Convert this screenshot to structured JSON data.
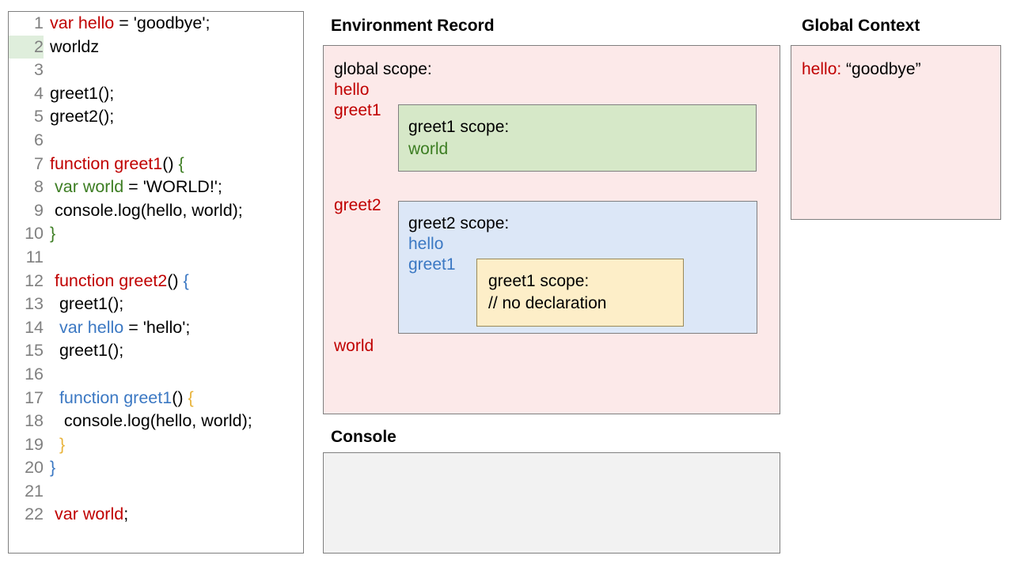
{
  "editor": {
    "name": "code-editor",
    "highlighted_line": 2,
    "lines": [
      {
        "number": "1",
        "tokens": [
          {
            "t": "var hello",
            "c": "red"
          },
          {
            "t": " = 'goodbye';",
            "c": "black"
          }
        ]
      },
      {
        "number": "2",
        "tokens": [
          {
            "t": "worldz",
            "c": "black"
          }
        ]
      },
      {
        "number": "3",
        "tokens": [
          {
            "t": "",
            "c": "black"
          }
        ]
      },
      {
        "number": "4",
        "tokens": [
          {
            "t": "greet1();",
            "c": "black"
          }
        ]
      },
      {
        "number": "5",
        "tokens": [
          {
            "t": "greet2();",
            "c": "black"
          }
        ]
      },
      {
        "number": "6",
        "tokens": [
          {
            "t": "",
            "c": "black"
          }
        ]
      },
      {
        "number": "7",
        "tokens": [
          {
            "t": "function greet1",
            "c": "red"
          },
          {
            "t": "() ",
            "c": "black"
          },
          {
            "t": "{",
            "c": "green"
          }
        ]
      },
      {
        "number": "8",
        "tokens": [
          {
            "t": " ",
            "c": "black"
          },
          {
            "t": "var world",
            "c": "green"
          },
          {
            "t": " = 'WORLD!';",
            "c": "black"
          }
        ]
      },
      {
        "number": "9",
        "tokens": [
          {
            "t": " console.log(hello, world);",
            "c": "black"
          }
        ]
      },
      {
        "number": "10",
        "tokens": [
          {
            "t": "}",
            "c": "green"
          }
        ]
      },
      {
        "number": "11",
        "tokens": [
          {
            "t": "",
            "c": "black"
          }
        ]
      },
      {
        "number": "12",
        "tokens": [
          {
            "t": " ",
            "c": "black"
          },
          {
            "t": "function greet2",
            "c": "red"
          },
          {
            "t": "() ",
            "c": "black"
          },
          {
            "t": "{",
            "c": "blue"
          }
        ]
      },
      {
        "number": "13",
        "tokens": [
          {
            "t": "  greet1();",
            "c": "black"
          }
        ]
      },
      {
        "number": "14",
        "tokens": [
          {
            "t": "  ",
            "c": "black"
          },
          {
            "t": "var hello",
            "c": "blue"
          },
          {
            "t": " = 'hello';",
            "c": "black"
          }
        ]
      },
      {
        "number": "15",
        "tokens": [
          {
            "t": "  greet1();",
            "c": "black"
          }
        ]
      },
      {
        "number": "16",
        "tokens": [
          {
            "t": "",
            "c": "black"
          }
        ]
      },
      {
        "number": "17",
        "tokens": [
          {
            "t": "  ",
            "c": "black"
          },
          {
            "t": "function greet1",
            "c": "blue"
          },
          {
            "t": "() ",
            "c": "black"
          },
          {
            "t": "{",
            "c": "yellow"
          }
        ]
      },
      {
        "number": "18",
        "tokens": [
          {
            "t": "   console.log(hello, world);",
            "c": "black"
          }
        ]
      },
      {
        "number": "19",
        "tokens": [
          {
            "t": "  ",
            "c": "black"
          },
          {
            "t": "}",
            "c": "yellow"
          }
        ]
      },
      {
        "number": "20",
        "tokens": [
          {
            "t": "}",
            "c": "blue"
          }
        ]
      },
      {
        "number": "21",
        "tokens": [
          {
            "t": "",
            "c": "black"
          }
        ]
      },
      {
        "number": "22",
        "tokens": [
          {
            "t": " ",
            "c": "black"
          },
          {
            "t": "var world",
            "c": "red"
          },
          {
            "t": ";",
            "c": "black"
          }
        ]
      }
    ]
  },
  "environment_record": {
    "title": "Environment Record",
    "global_scope": {
      "header": "global scope:",
      "hello": "hello",
      "greet1": "greet1",
      "greet2": "greet2",
      "world": "world"
    },
    "greet1_scope": {
      "header": "greet1 scope:",
      "world": "world"
    },
    "greet2_scope": {
      "header": "greet2 scope:",
      "hello": "hello",
      "greet1": "greet1"
    },
    "nested_greet1_scope": {
      "header": "greet1 scope:",
      "note": "// no declaration"
    }
  },
  "global_context": {
    "title": "Global Context",
    "entry_key": "hello:",
    "entry_value": "“goodbye”"
  },
  "console": {
    "title": "Console",
    "output": ""
  },
  "colors": {
    "red": "#c00000",
    "green": "#3c7d22",
    "blue": "#3b78c3",
    "yellow": "#e8b33a",
    "pink_bg": "#fce9e9",
    "green_bg": "#d6e8c8",
    "blue_bg": "#dce7f7",
    "yellow_bg": "#fdeec8",
    "console_bg": "#f2f2f2",
    "line_highlight": "#dfeedc"
  }
}
